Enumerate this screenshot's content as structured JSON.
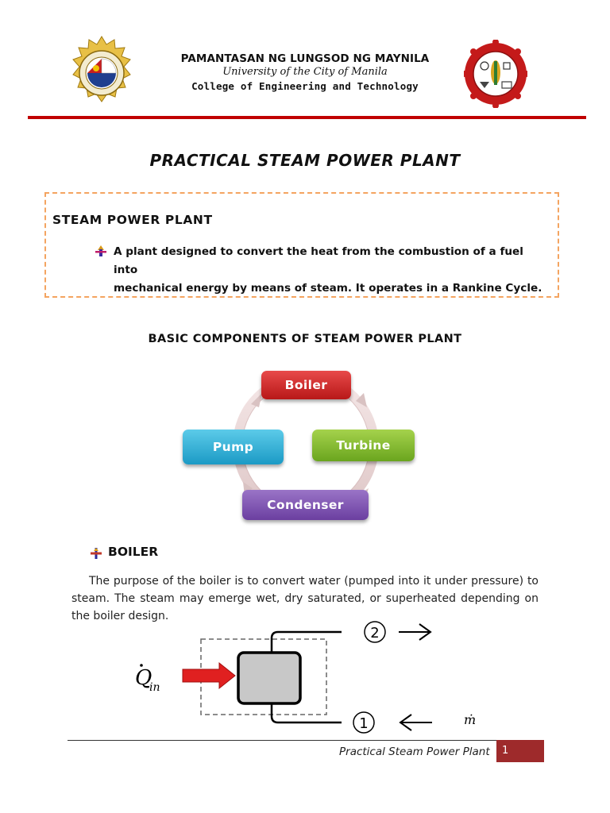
{
  "header": {
    "university_name": "PAMANTASAN NG LUNGSOD NG MAYNILA",
    "university_english": "University of the City of Manila",
    "college": "College of Engineering and Technology"
  },
  "document": {
    "title": "PRACTICAL STEAM POWER PLANT",
    "definition_box": {
      "heading": "STEAM POWER PLANT",
      "bullet_line1": "A plant designed to convert the heat from the combustion of a fuel into",
      "bullet_line2": "mechanical energy by means of steam. It operates in a Rankine Cycle."
    },
    "components_heading": "BASIC COMPONENTS OF STEAM POWER PLANT",
    "cycle": {
      "boiler": "Boiler",
      "turbine": "Turbine",
      "condenser": "Condenser",
      "pump": "Pump"
    },
    "boiler_section": {
      "heading": "BOILER",
      "paragraph": "The purpose of the boiler is to convert water (pumped into it under pressure) to steam. The steam may emerge wet, dry saturated, or superheated depending on the boiler design."
    },
    "figure": {
      "q_label": "Q",
      "q_sub": "in",
      "state_2": "2",
      "state_1": "1",
      "mass_flow": "ṁ"
    }
  },
  "footer": {
    "title": "Practical Steam Power Plant",
    "page_number": "1"
  },
  "colors": {
    "accent_red": "#c00000",
    "box_border": "#f4a460",
    "boiler": "#c82020",
    "pump": "#27a6d2",
    "turbine": "#7fb82e",
    "condenser": "#7a4db0",
    "footer_tab": "#9e2a2b"
  }
}
